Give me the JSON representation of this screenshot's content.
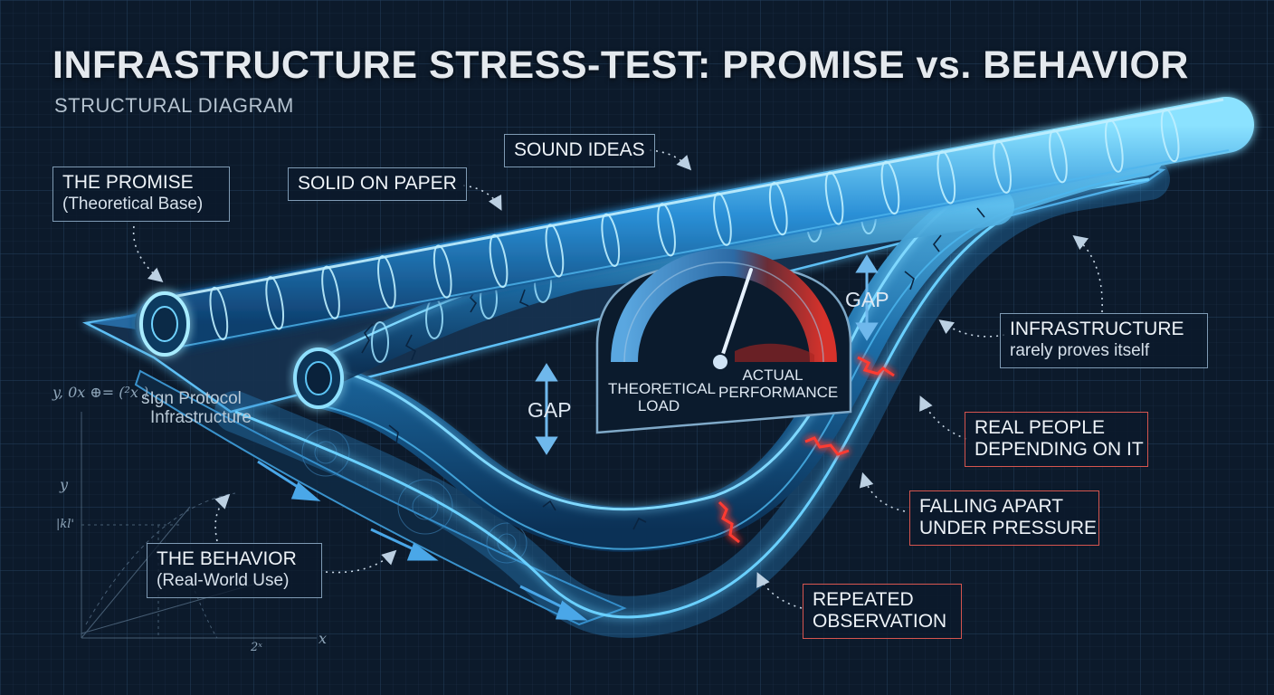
{
  "header": {
    "title": "INFRASTRUCTURE STRESS-TEST: PROMISE vs. BEHAVIOR",
    "subtitle": "STRUCTURAL DIAGRAM"
  },
  "labels": {
    "promise": {
      "title": "THE PROMISE",
      "sub": "(Theoretical Base)"
    },
    "solid_on_paper": "SOLID ON PAPER",
    "sound_ideas": "SOUND IDEAS",
    "infrastructure": {
      "title": "INFRASTRUCTURE",
      "sub": "rarely proves itself"
    },
    "real_people": {
      "line1": "REAL PEOPLE",
      "line2": "DEPENDING ON IT"
    },
    "falling_apart": {
      "line1": "FALLING APART",
      "line2": "UNDER PRESSURE"
    },
    "repeated": {
      "line1": "REPEATED",
      "line2": "OBSERVATION"
    },
    "behavior": {
      "title": "THE BEHAVIOR",
      "sub": "(Real-World Use)"
    }
  },
  "gaps": {
    "left": "GAP",
    "right": "GAP"
  },
  "gauge": {
    "theoretical": {
      "line1": "THEORETICAL",
      "line2": "LOAD"
    },
    "actual": {
      "line1": "ACTUAL",
      "line2": "PERFORMANCE"
    }
  },
  "graph": {
    "line1": "sIgn Protocol",
    "line2": "Infrastructure",
    "formula": "y, 0x ⊕= (²x )",
    "y_axis": "y",
    "x_axis": "x",
    "y_tick": "|kl'",
    "x_tick": "2ˣ"
  },
  "colors": {
    "background": "#0c1a2b",
    "glow_blue": "#4cc3ff",
    "crack_red": "#ff3b30",
    "gauge_red": "#c8302a"
  }
}
